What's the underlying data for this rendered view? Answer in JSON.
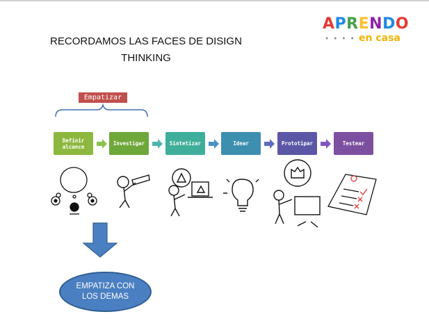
{
  "title": "RECORDAMOS LAS FACES  DE DISIGN THINKING",
  "logo": {
    "main": "APRENDO",
    "sub": "en casa",
    "colors": [
      "#e53935",
      "#1e88e5",
      "#43a047",
      "#fbc02d",
      "#8e24aa",
      "#1e88e5",
      "#e53935"
    ]
  },
  "empatizar_label": "Empatizar",
  "stages": [
    {
      "label": "Definir alcance",
      "color": "#8db83f"
    },
    {
      "label": "Investigar",
      "color": "#6fa83a"
    },
    {
      "label": "Sintetizar",
      "color": "#3fae9a"
    },
    {
      "label": "Idear",
      "color": "#3d8fb0"
    },
    {
      "label": "Prototipar",
      "color": "#5b57a6"
    },
    {
      "label": "Testear",
      "color": "#7c4fa0"
    }
  ],
  "arrow_colors": [
    "#8bc34a",
    "#4db6ac",
    "#4a90c2",
    "#5c6bc0",
    "#7e57c2"
  ],
  "callout": "EMPATIZA CON LOS DEMAS",
  "callout_color": "#4a7fc1",
  "icons": [
    "people-thought-icon",
    "telescope-person-icon",
    "presenter-laptop-icon",
    "lightbulb-icon",
    "prototype-builder-icon",
    "checklist-icon"
  ]
}
